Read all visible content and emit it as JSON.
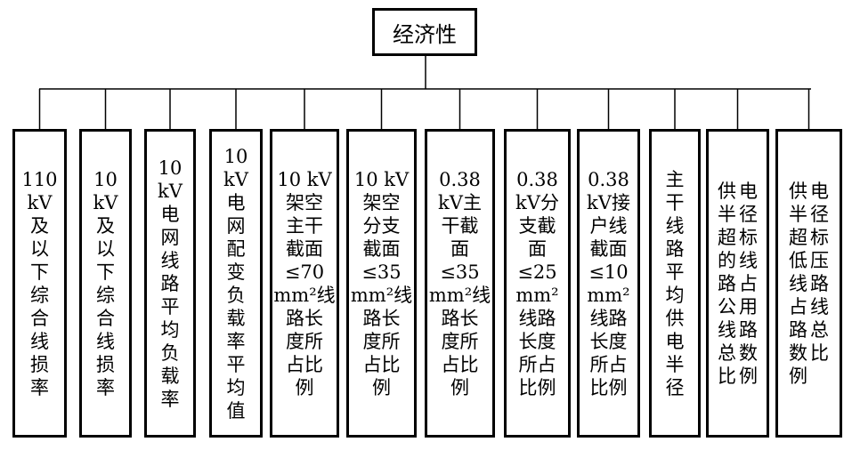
{
  "root": {
    "label": "经济性"
  },
  "leaves": [
    {
      "id": "leaf-1",
      "lines": [
        "110",
        "kV",
        "及",
        "以",
        "下",
        "综",
        "合",
        "线",
        "损",
        "率"
      ]
    },
    {
      "id": "leaf-2",
      "lines": [
        "10",
        "kV",
        "及",
        "以",
        "下",
        "综",
        "合",
        "线",
        "损",
        "率"
      ]
    },
    {
      "id": "leaf-3",
      "lines": [
        "10",
        "kV",
        "电",
        "网",
        "线",
        "路",
        "平",
        "均",
        "负",
        "载",
        "率"
      ]
    },
    {
      "id": "leaf-4",
      "lines": [
        "10",
        "kV",
        "电",
        "网",
        "配",
        "变",
        "负",
        "载",
        "率",
        "平",
        "均",
        "值"
      ]
    },
    {
      "id": "leaf-5",
      "lines": [
        "10 kV",
        "架空",
        "主干",
        "截面",
        "≤70",
        "mm²线",
        "路长",
        "度所",
        "占比",
        "例"
      ]
    },
    {
      "id": "leaf-6",
      "lines": [
        "10 kV",
        "架空",
        "分支",
        "截面",
        "≤35",
        "mm²线",
        "路长",
        "度所",
        "占比",
        "例"
      ]
    },
    {
      "id": "leaf-7",
      "lines": [
        "0.38",
        "kV主",
        "干截",
        "面",
        "≤35",
        "mm²线",
        "路长",
        "度所",
        "占比",
        "例"
      ]
    },
    {
      "id": "leaf-8",
      "lines": [
        "0.38",
        "kV分",
        "支截",
        "面",
        "≤25",
        "mm²",
        "线路",
        "长度",
        "所占",
        "比例"
      ]
    },
    {
      "id": "leaf-9",
      "lines": [
        "0.38",
        "kV接",
        "户线",
        "截面",
        "≤10",
        "mm²",
        "线路",
        "长度",
        "所占",
        "比例"
      ]
    },
    {
      "id": "leaf-10",
      "lines": [
        "主",
        "干",
        "线",
        "路",
        "平",
        "均",
        "供",
        "电",
        "半",
        "径"
      ]
    },
    {
      "id": "leaf-11",
      "columns": [
        [
          "电",
          "径",
          "标",
          "线",
          "占",
          "用",
          "路",
          "数",
          "例"
        ],
        [
          "供",
          "半",
          "超",
          "的",
          "路",
          "公",
          "线",
          "总",
          "比"
        ]
      ]
    },
    {
      "id": "leaf-12",
      "columns": [
        [
          "电",
          "径",
          "标",
          "压",
          "路",
          "线",
          "总",
          "比"
        ],
        [
          "供",
          "半",
          "超",
          "低",
          "线",
          "占",
          "路",
          "数",
          "例"
        ]
      ]
    }
  ]
}
